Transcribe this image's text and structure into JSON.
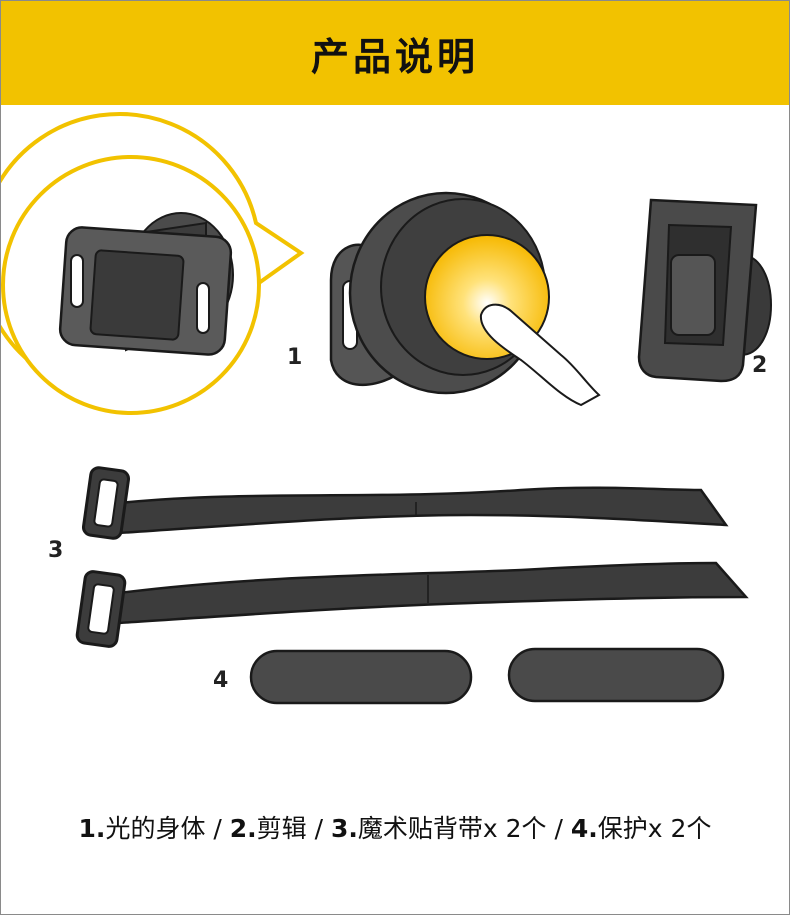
{
  "header": {
    "title": "产品说明"
  },
  "labels": {
    "item1": "1",
    "item2": "2",
    "item3": "3",
    "item4": "4"
  },
  "colors": {
    "accent": "#f2c200",
    "body": "#4a4a4a",
    "light": "#fbd23a"
  },
  "caption": {
    "p1_num": "1.",
    "p1_text": "光的身体 /",
    "p2_num": "2.",
    "p2_text": "剪辑 /",
    "p3_num": "3.",
    "p3_text": "魔术贴背带x 2个 /",
    "p4_num": "4.",
    "p4_text": "保护x 2个"
  }
}
